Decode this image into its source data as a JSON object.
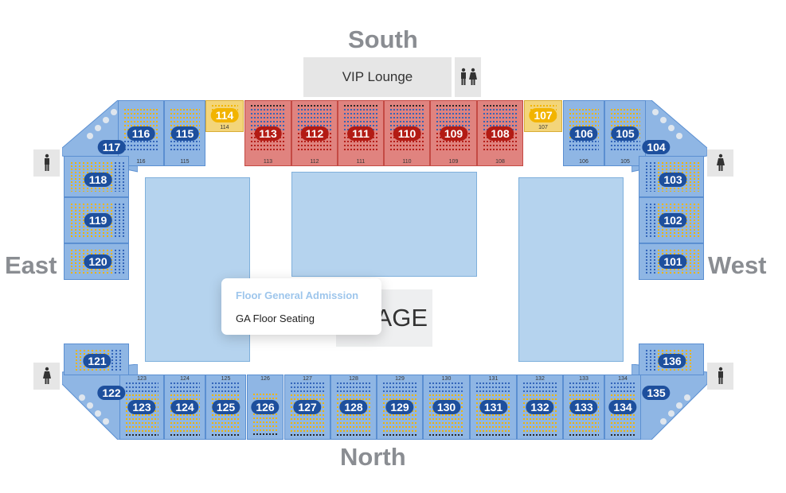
{
  "directions": {
    "south": "South",
    "north": "North",
    "east": "East",
    "west": "West"
  },
  "vip": {
    "label": "VIP Lounge",
    "restroom_icon": "restroom-unisex-icon"
  },
  "restrooms": [
    {
      "id": "east-top",
      "icon": "restroom-men-icon",
      "glyph": "🚹"
    },
    {
      "id": "west-top",
      "icon": "restroom-women-icon",
      "glyph": "🚺"
    },
    {
      "id": "east-bottom",
      "icon": "restroom-women-icon",
      "glyph": "🚺"
    },
    {
      "id": "west-bottom",
      "icon": "restroom-men-icon",
      "glyph": "🚹"
    }
  ],
  "colors": {
    "standard": "#8fb6e4",
    "premium": "#e0837f",
    "gold": "#f3d57a",
    "pill_blue": "#1d4f9d",
    "pill_red": "#b31b14",
    "pill_gold": "#f2b400",
    "floor": "#b5d3ee",
    "seat_blue": "#2f62b8",
    "seat_yellow": "#f2b400",
    "seat_red": "#b31b14"
  },
  "sections": {
    "s101": "101",
    "s102": "102",
    "s103": "103",
    "s104": "104",
    "s105": "105",
    "s106": "106",
    "s107": "107",
    "s108": "108",
    "s109": "109",
    "s110": "110",
    "s111": "111",
    "s112": "112",
    "s113": "113",
    "s114": "114",
    "s115": "115",
    "s116": "116",
    "s117": "117",
    "s118": "118",
    "s119": "119",
    "s120": "120",
    "s121": "121",
    "s122": "122",
    "s123": "123",
    "s124": "124",
    "s125": "125",
    "s126": "126",
    "s127": "127",
    "s128": "128",
    "s129": "129",
    "s130": "130",
    "s131": "131",
    "s132": "132",
    "s133": "133",
    "s134": "134",
    "s135": "135",
    "s136": "136"
  },
  "stage": {
    "label": "STAGE",
    "visible_label": "AGE"
  },
  "tooltip": {
    "title": "Floor General Admission",
    "item": "GA Floor Seating"
  }
}
